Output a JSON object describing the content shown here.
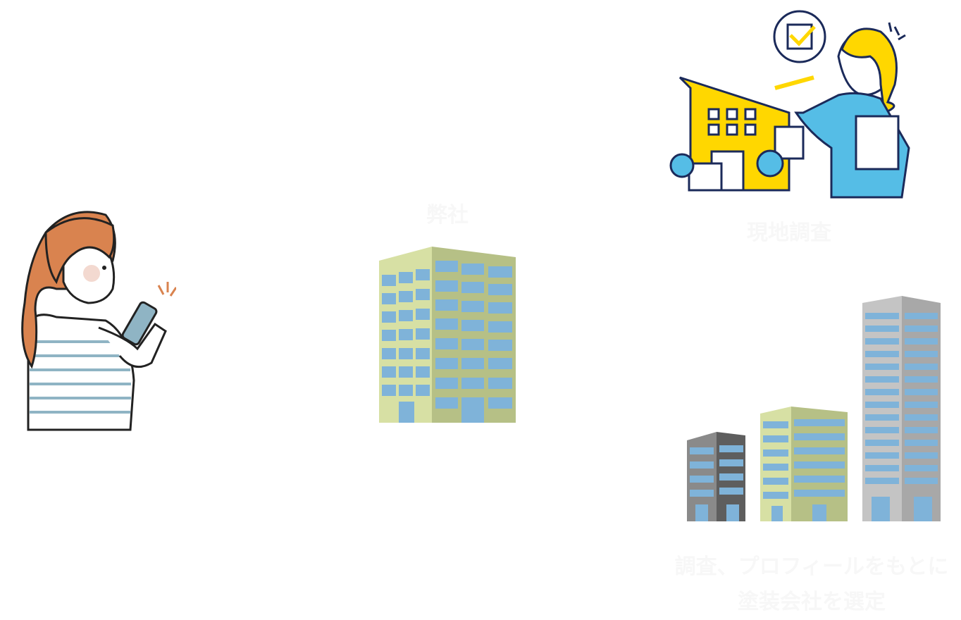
{
  "labels": {
    "office": "弊社",
    "site_survey": "現地調査",
    "select_line1": "調査、プロフィールをもとに",
    "select_line2": "塗装会社を選定"
  },
  "icons": {
    "customer": "woman-with-smartphone",
    "office": "office-building",
    "surveyor": "surveyor-with-house",
    "companies": "three-buildings"
  },
  "colors": {
    "label_text": "#f7f7f7",
    "hair": "#d9834f",
    "building_green": "#d7e0a4",
    "building_side": "#b6c086",
    "window_blue": "#7fb3d9",
    "house_yellow": "#ffd700",
    "suit_blue": "#55bde6",
    "outline_navy": "#1b2a5a",
    "gray_building": "#a8a8a8",
    "dark_building": "#5e5e5e"
  }
}
